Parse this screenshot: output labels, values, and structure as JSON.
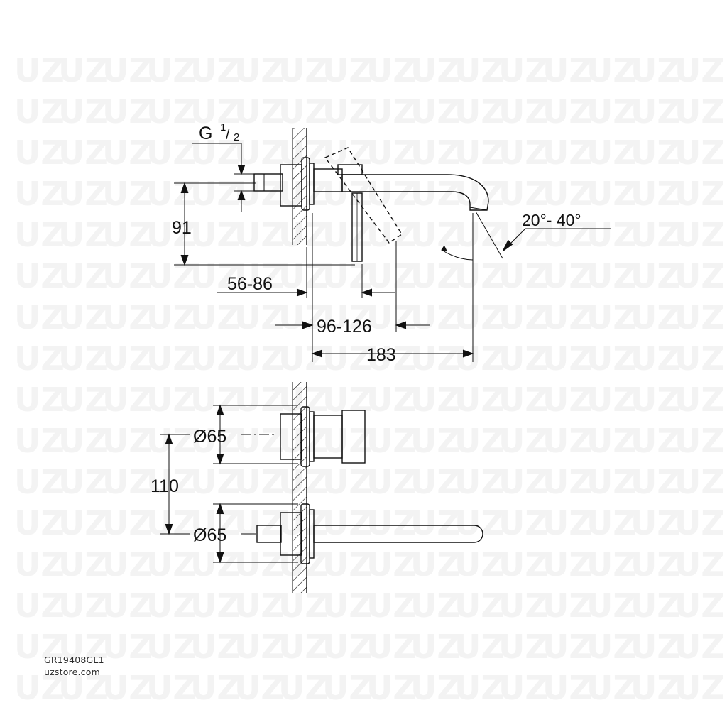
{
  "labels": {
    "thread": "G",
    "thread_num": "1",
    "thread_den": "2",
    "height_91": "91",
    "angle": "20°- 40°",
    "range_56_86": "56-86",
    "range_96_126": "96-126",
    "spout_183": "183",
    "dia_top": "Ø65",
    "spacing_110": "110",
    "dia_bottom": "Ø65"
  },
  "watermark": "UZ",
  "footer": {
    "product_code": "GR19408GL1",
    "store_url": "uzstore.com"
  },
  "colors": {
    "line": "#111111",
    "watermark": "#f3f3f3",
    "background": "#ffffff"
  }
}
